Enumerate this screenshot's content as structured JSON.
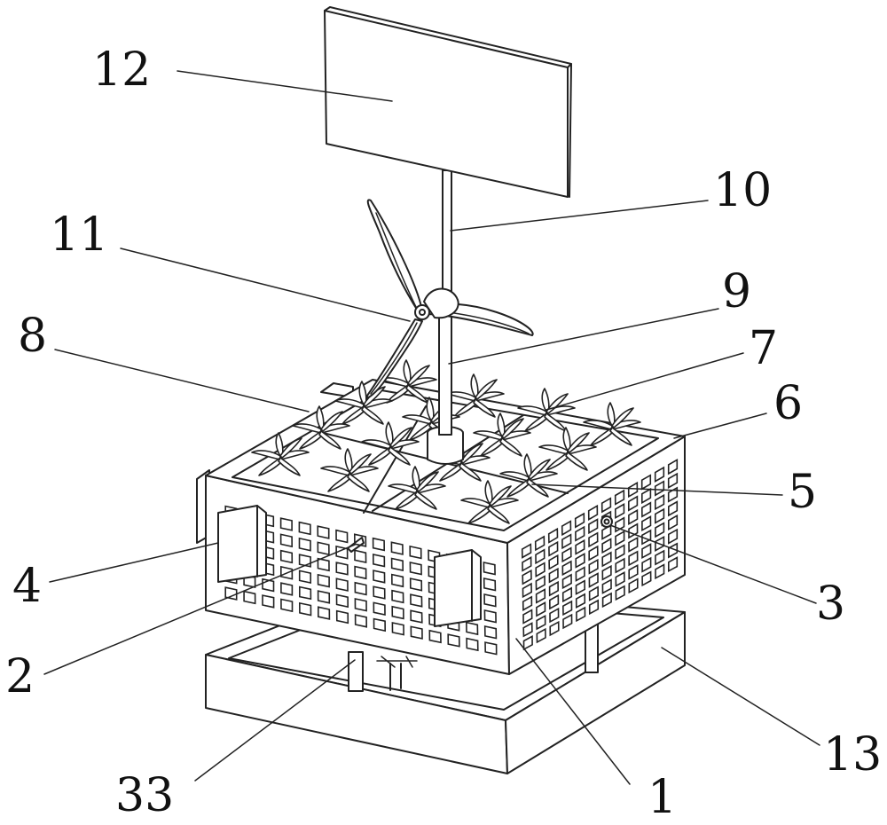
{
  "labels": [
    {
      "id": "12",
      "text": "12"
    },
    {
      "id": "10",
      "text": "10"
    },
    {
      "id": "11",
      "text": "11"
    },
    {
      "id": "9",
      "text": "9"
    },
    {
      "id": "8",
      "text": "8"
    },
    {
      "id": "7",
      "text": "7"
    },
    {
      "id": "6",
      "text": "6"
    },
    {
      "id": "5",
      "text": "5"
    },
    {
      "id": "4",
      "text": "4"
    },
    {
      "id": "3",
      "text": "3"
    },
    {
      "id": "2",
      "text": "2"
    },
    {
      "id": "13",
      "text": "13"
    },
    {
      "id": "33",
      "text": "33"
    },
    {
      "id": "1",
      "text": "1"
    }
  ]
}
